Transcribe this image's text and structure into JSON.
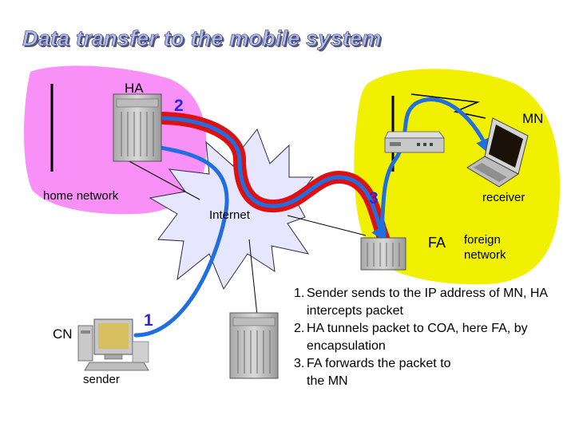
{
  "title": "Data transfer to the mobile system",
  "labels": {
    "ha": "HA",
    "mn": "MN",
    "home_network": "home network",
    "internet": "Internet",
    "receiver": "receiver",
    "fa": "FA",
    "foreign_network": [
      "foreign",
      "network"
    ],
    "cn": "CN",
    "sender": "sender"
  },
  "step_markers": [
    "1",
    "2",
    "3"
  ],
  "steps": [
    {
      "n": "1.",
      "text": "Sender sends to the IP address of MN, HA intercepts packet"
    },
    {
      "n": "2.",
      "text": "HA tunnels packet to COA, here FA, by encapsulation"
    },
    {
      "n": "3.",
      "text": "FA forwards the packet to the MN"
    }
  ],
  "colors": {
    "home_network": "#f890f8",
    "foreign_network": "#f0f000",
    "internet_cloud": "#e6e6ff",
    "tunnel_outer": "#e01010",
    "packet_path": "#1f6fe0",
    "step_number": "#2828d8"
  },
  "icons": [
    "router-icon",
    "laptop-icon",
    "desktop-computer-icon"
  ]
}
